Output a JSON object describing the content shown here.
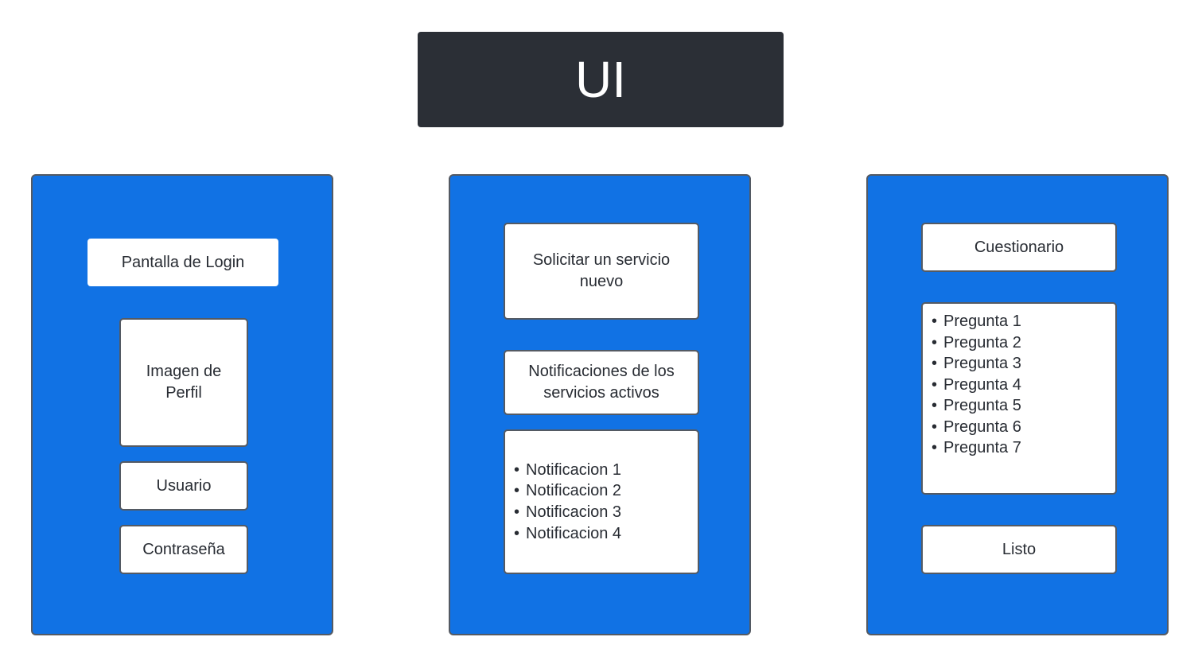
{
  "title": "UI",
  "panels": [
    {
      "header": "Pantalla de Login",
      "profile_image": "Imagen de Perfil",
      "user_field": "Usuario",
      "password_field": "Contraseña"
    },
    {
      "header": "Solicitar un servicio nuevo",
      "notifications_title": "Notificaciones de los servicios activos",
      "notifications": [
        "Notificacion 1",
        "Notificacion 2",
        "Notificacion 3",
        "Notificacion 4"
      ]
    },
    {
      "header": "Cuestionario",
      "questions": [
        "Pregunta 1",
        "Pregunta 2",
        "Pregunta 3",
        "Pregunta 4",
        "Pregunta 5",
        "Pregunta 6",
        "Pregunta 7"
      ],
      "done_button": "Listo"
    }
  ],
  "colors": {
    "title_bg": "#2b2f36",
    "panel_bg": "#1172e4",
    "border": "#545a63",
    "card_bg": "#ffffff"
  }
}
